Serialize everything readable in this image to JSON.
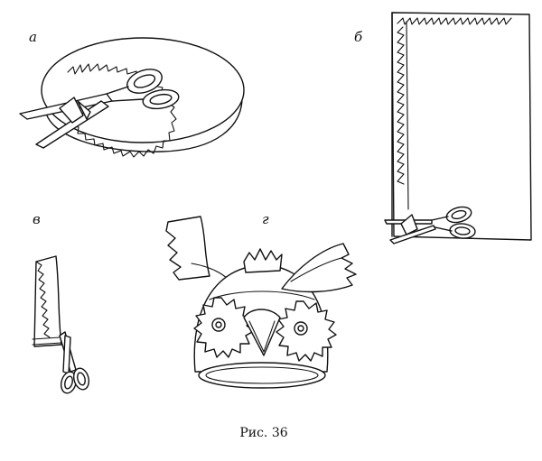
{
  "labels": {
    "a": "а",
    "b": "б",
    "v": "в",
    "g": "г"
  },
  "caption": "Рис. 36",
  "colors": {
    "ink": "#111111",
    "paper": "#ffffff"
  }
}
